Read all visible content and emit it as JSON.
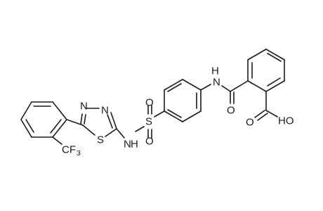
{
  "molecule": {
    "labels": {
      "ho": "HO",
      "o_acid": "O",
      "o_amide": "O",
      "nh_amide": "H",
      "n_amide": "N",
      "o_sulfonyl_top": "O",
      "o_sulfonyl_bottom": "O",
      "s_sulfonyl": "S",
      "n_sulfonamide": "N",
      "h_sulfonamide": "H",
      "n_ring_top": "N",
      "n_ring_mid": "N",
      "s_ring": "S",
      "cf3_c": "CF",
      "cf3_sub": "3"
    },
    "colors": {
      "bond": "#1a1a1a",
      "text": "#1a1a1a",
      "background": "#ffffff"
    }
  }
}
